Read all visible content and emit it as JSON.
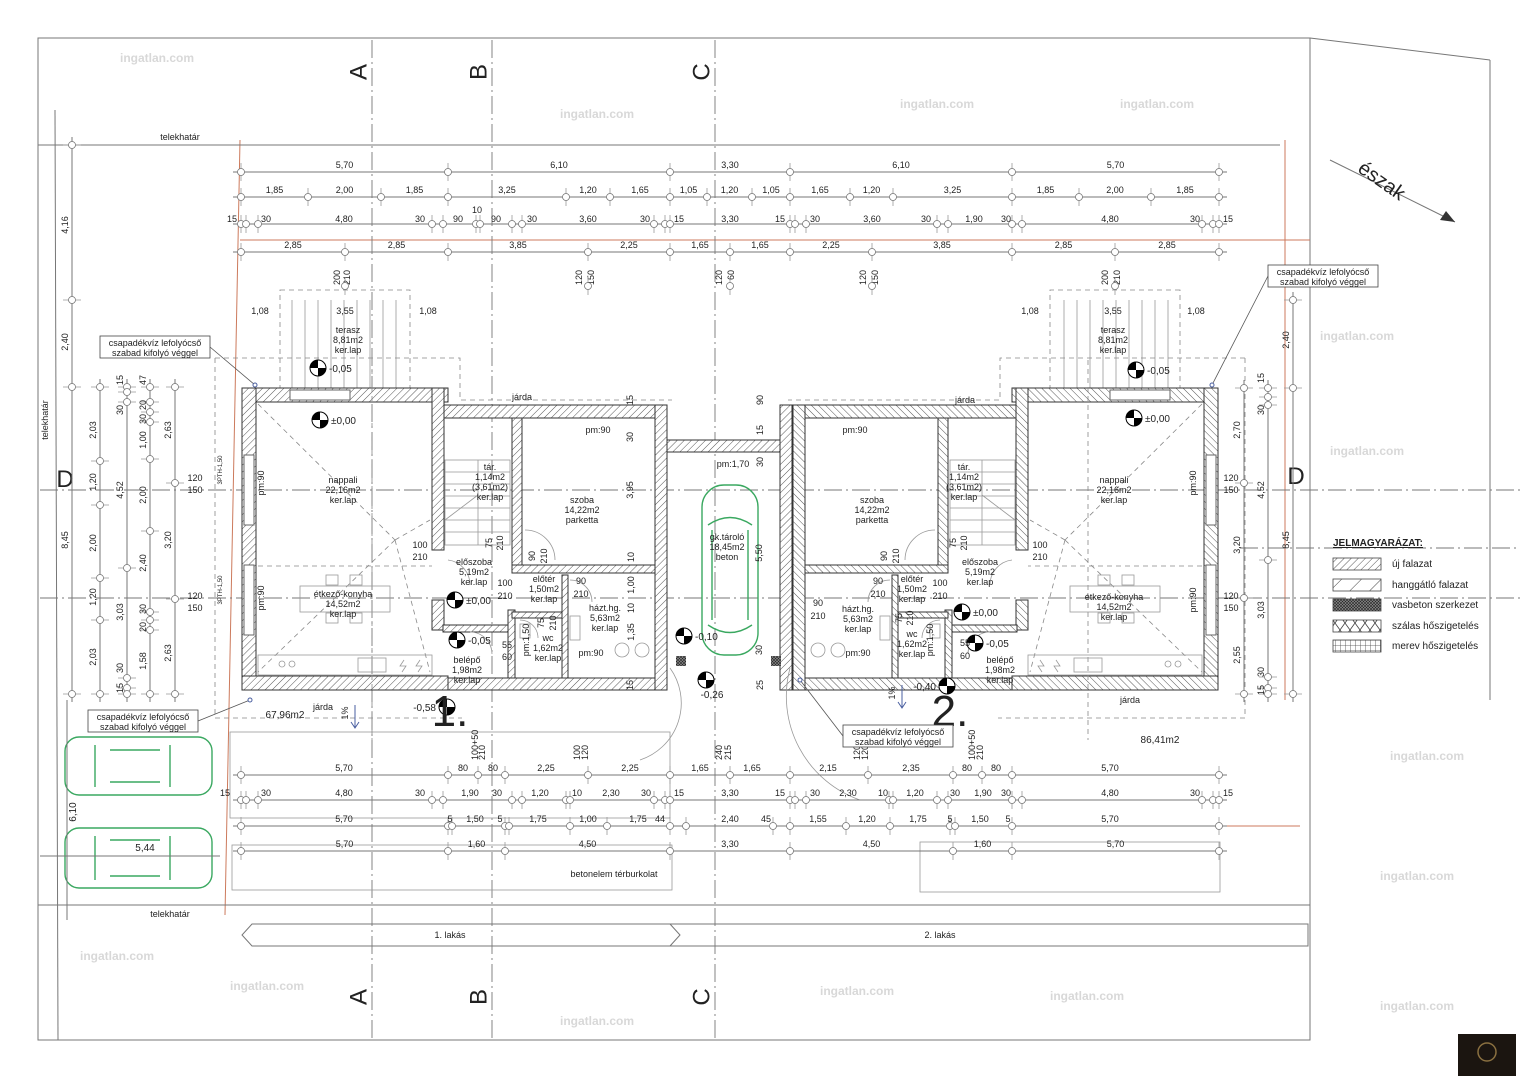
{
  "grid_axes": {
    "a": "A",
    "b": "B",
    "c": "C",
    "d": "D"
  },
  "site": {
    "boundary_label": "telekhatár",
    "paving": "betonelem térburkolat",
    "north": "észak",
    "paved_area_1": "67,96m2",
    "paved_area_2": "86,41m2",
    "walkway": "járda",
    "slope": "1%",
    "car_width": "5,44",
    "car_depth": "6,10"
  },
  "units": [
    {
      "label": "1. lakás",
      "number": "1."
    },
    {
      "label": "2. lakás",
      "number": "2."
    }
  ],
  "rooms": [
    {
      "name": "nappali",
      "area": "22,16m2",
      "finish": "ker.lap"
    },
    {
      "name": "étkező-konyha",
      "area": "14,52m2",
      "finish": "ker.lap"
    },
    {
      "name": "tár.",
      "area": "1,14m2",
      "area_alt": "(3,61m2)",
      "finish": "ker.lap"
    },
    {
      "name": "szoba",
      "area": "14,22m2",
      "finish": "parketta"
    },
    {
      "name": "előszoba",
      "area": "5,19m2",
      "finish": "ker.lap"
    },
    {
      "name": "előtér",
      "area": "1,50m2",
      "finish": "ker.lap"
    },
    {
      "name": "házt.hg.",
      "area": "5,63m2",
      "finish": "ker.lap"
    },
    {
      "name": "wc",
      "area": "1,62m2",
      "finish": "ker.lap"
    },
    {
      "name": "belépő",
      "area": "1,98m2",
      "finish": "ker.lap"
    },
    {
      "name": "gk.tároló",
      "area": "18,45m2",
      "finish": "beton"
    },
    {
      "name": "szoba",
      "area": "14,22m2",
      "finish": "parketta"
    },
    {
      "name": "tár.",
      "area": "1,14m2",
      "area_alt": "(3,61m2)",
      "finish": "ker.lap"
    },
    {
      "name": "nappali",
      "area": "22,16m2",
      "finish": "ker.lap"
    },
    {
      "name": "előszoba",
      "area": "5,19m2",
      "finish": "ker.lap"
    },
    {
      "name": "előtér",
      "area": "1,50m2",
      "finish": "ker.lap"
    },
    {
      "name": "házt.hg.",
      "area": "5,63m2",
      "finish": "ker.lap"
    },
    {
      "name": "wc",
      "area": "1,62m2",
      "finish": "ker.lap"
    },
    {
      "name": "belépő",
      "area": "1,98m2",
      "finish": "ker.lap"
    },
    {
      "name": "étkező-konyha",
      "area": "14,52m2",
      "finish": "ker.lap"
    },
    {
      "name": "terasz",
      "area": "8,81m2",
      "finish": "ker.lap"
    },
    {
      "name": "terasz",
      "area": "8,81m2",
      "finish": "ker.lap"
    }
  ],
  "levels": [
    "-0,05",
    "±0,00",
    "±0,00",
    "-0,05",
    "-0,58",
    "-0,10",
    "-0,26",
    "-0,40",
    "±0,00",
    "-0,05",
    "±0,00",
    "-0,05"
  ],
  "notes": {
    "downpipe_line1": "csapadékvíz lefolyócső",
    "downpipe_line2": "szabad kifolyó véggel"
  },
  "dims": {
    "top": [
      [
        "5,70",
        "6,10",
        "3,30",
        "6,10",
        "5,70"
      ],
      [
        "1,85",
        "2,00",
        "1,85",
        "3,25",
        "1,20",
        "1,65",
        "1,05",
        "1,20",
        "1,05",
        "1,65",
        "1,20",
        "3,25",
        "1,85",
        "2,00",
        "1,85"
      ],
      [
        "15",
        "30",
        "4,80",
        "30",
        "90",
        "10",
        "90",
        "30",
        "3,60",
        "30",
        "15",
        "3,30",
        "15",
        "30",
        "3,60",
        "30",
        "1,90",
        "30",
        "4,80",
        "30",
        "15"
      ],
      [
        "2,85",
        "2,85",
        "3,85",
        "2,25",
        "1,65",
        "1,65",
        "2,25",
        "3,85",
        "2,85",
        "2,85"
      ]
    ],
    "top_vertical": [
      "200",
      "210",
      "120",
      "150",
      "120",
      "60",
      "120",
      "150",
      "200",
      "210"
    ],
    "terrace": [
      "1,08",
      "3,55",
      "1,08",
      "1,08",
      "3,55",
      "1,08"
    ],
    "bottom": [
      [
        "5,70",
        "80",
        "100+50",
        "210",
        "80",
        "2,25",
        "100",
        "120",
        "2,25",
        "1,65",
        "240",
        "215",
        "1,65",
        "2,15",
        "120",
        "120",
        "2,35",
        "80",
        "100+50",
        "210",
        "80",
        "5,70"
      ],
      [
        "15",
        "30",
        "4,80",
        "30",
        "1,90",
        "30",
        "1,20",
        "10",
        "2,30",
        "30",
        "15",
        "3,30",
        "15",
        "30",
        "2,30",
        "10",
        "1,20",
        "30",
        "1,90",
        "30",
        "4,80",
        "30",
        "15"
      ],
      [
        "5,70",
        "5",
        "1,50",
        "5",
        "1,75",
        "1,00",
        "1,75",
        "44",
        "2,40",
        "45",
        "1,55",
        "1,20",
        "1,75",
        "5",
        "1,50",
        "5",
        "5,70"
      ],
      [
        "5,70",
        "1,60",
        "4,50",
        "3,30",
        "4,50",
        "1,60",
        "5,70"
      ]
    ],
    "left": [
      [
        "4,16",
        "2,40",
        "8,45"
      ],
      [
        "2,03",
        "1,20",
        "2,00",
        "1,20",
        "2,03"
      ],
      [
        "15",
        "30",
        "4,52",
        "3,03",
        "30",
        "15"
      ],
      [
        "47",
        "20",
        "30",
        "1,00",
        "2,00",
        "2,40",
        "30",
        "20",
        "1,58"
      ],
      [
        "2,63",
        "3,20",
        "2,63"
      ],
      [
        "120",
        "150",
        "120",
        "150"
      ]
    ],
    "right": [
      [
        "2,70",
        "3,20",
        "2,55"
      ],
      [
        "15",
        "30",
        "4,52",
        "3,03",
        "30",
        "15"
      ],
      [
        "2,40",
        "8,45"
      ],
      [
        "120",
        "150",
        "120",
        "150"
      ]
    ]
  },
  "plan_labels": [
    "pm:90",
    "pm:1,70",
    "pm:90",
    "pm:90",
    "100",
    "210",
    "75",
    "210",
    "3,95",
    "90",
    "210",
    "10",
    "100",
    "210",
    "90",
    "210",
    "1,00",
    "10",
    "1,35",
    "75",
    "210",
    "pm:1,50",
    "55",
    "60",
    "pm:90",
    "pm:90",
    "5,50",
    "90",
    "210",
    "100",
    "210",
    "90",
    "210",
    "75",
    "210",
    "100",
    "210",
    "90",
    "210",
    "75",
    "210",
    "pm:1,50",
    "55",
    "60",
    "pm:90",
    "pm:90",
    "pm:90",
    "30",
    "15",
    "90",
    "15",
    "30",
    "30",
    "15",
    "25",
    "3PTH-1,50",
    "3PTH-1,50"
  ],
  "legend": {
    "title": "JELMAGYARÁZAT:",
    "items": [
      "új falazat",
      "hanggátló falazat",
      "vasbeton szerkezet",
      "szálas hőszigetelés",
      "merev hőszigetelés"
    ]
  },
  "watermark": "ingatlan.com"
}
